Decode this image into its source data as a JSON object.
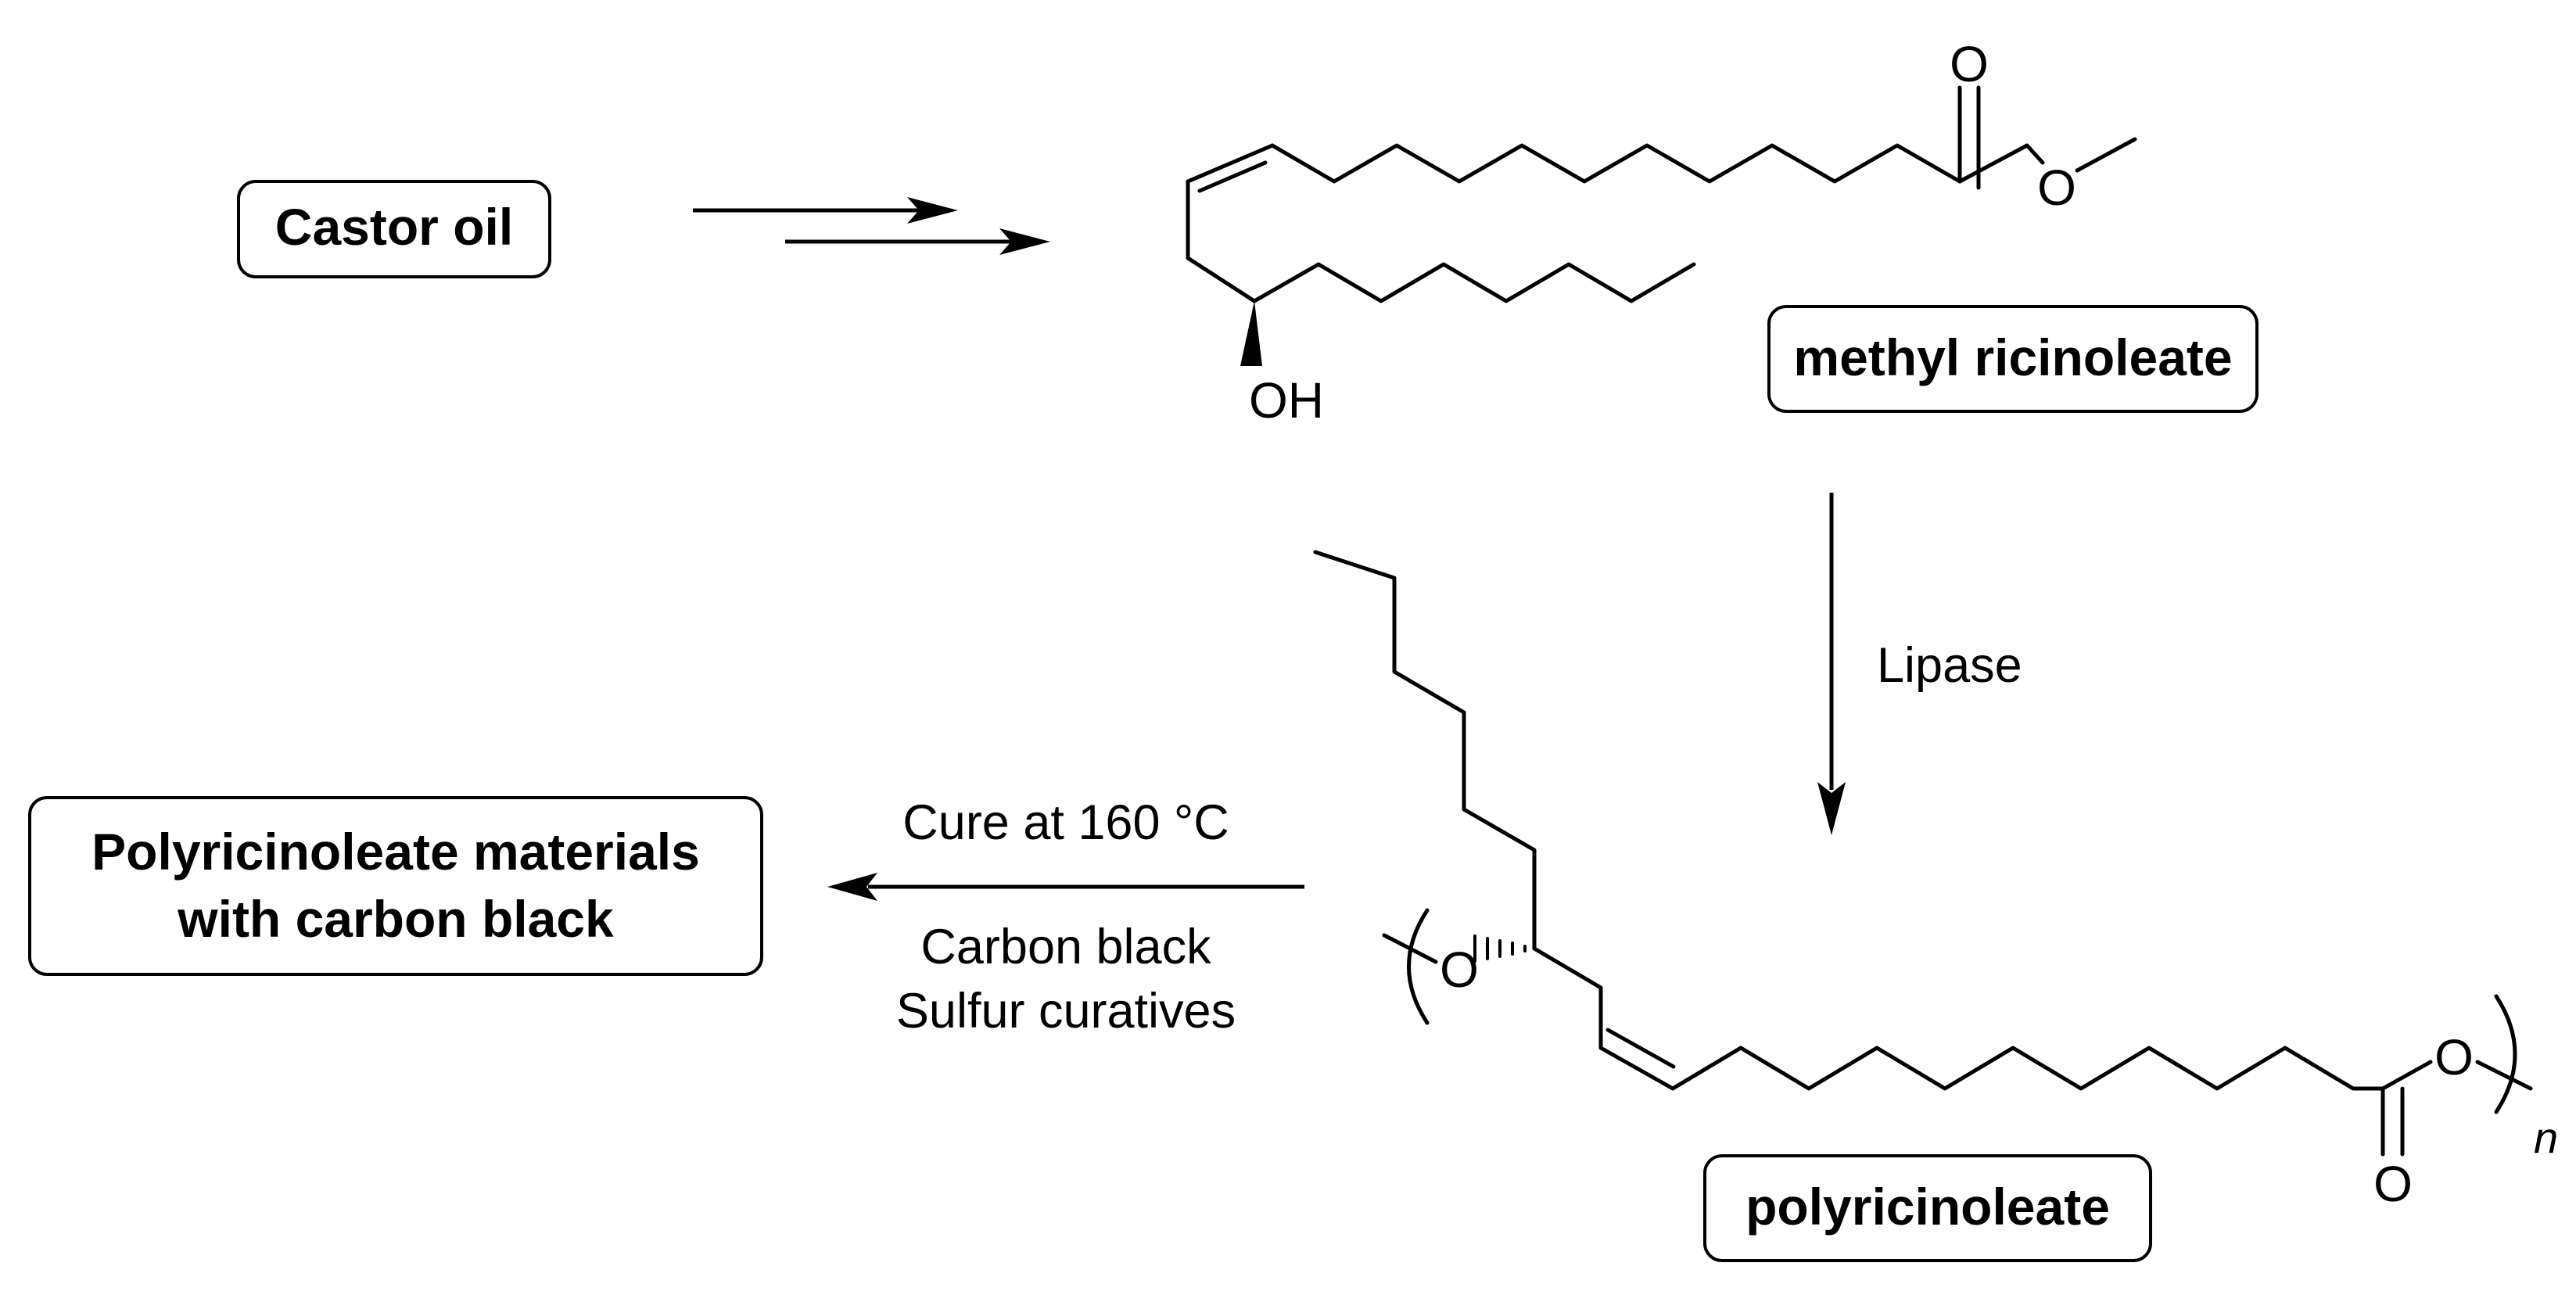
{
  "scheme": {
    "start_label": "Castor oil",
    "monomer_label": "methyl ricinoleate",
    "polymer_label": "polyricinoleate",
    "product_label_lines": [
      "Polyricinoleate materials",
      "with carbon black"
    ],
    "step_lipase": "Lipase",
    "cure_condition": "Cure at 160 °C",
    "cure_reagents": [
      "Carbon black",
      "Sulfur curatives"
    ]
  },
  "atoms": {
    "oxygen": "O",
    "hydroxyl": "OH",
    "repeat_subscript": "n"
  },
  "colors": {
    "ink": "#000000",
    "background": "#ffffff"
  }
}
